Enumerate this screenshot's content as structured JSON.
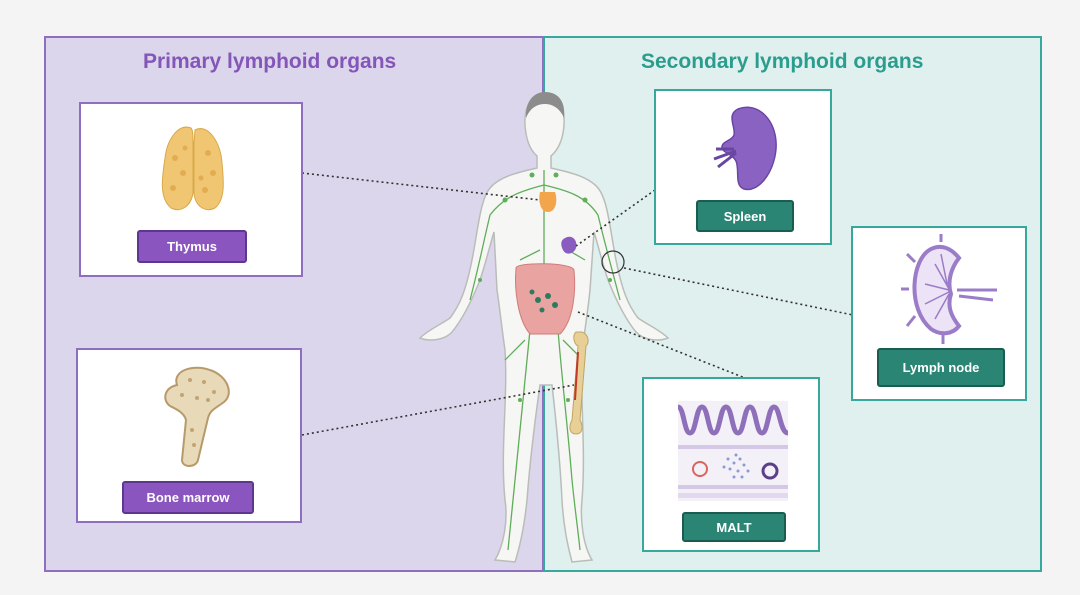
{
  "headings": {
    "primary": "Primary lymphoid organs",
    "secondary": "Secondary lymphoid organs"
  },
  "labels": {
    "thymus": "Thymus",
    "bone_marrow": "Bone marrow",
    "spleen": "Spleen",
    "lymph_node": "Lymph node",
    "malt": "MALT"
  },
  "colors": {
    "primary_panel": "#dcd6ec",
    "primary_accent": "#8456b8",
    "secondary_panel": "#e0f0ee",
    "secondary_accent": "#2a9d8f",
    "lymph_vessels": "#5fae5a"
  }
}
